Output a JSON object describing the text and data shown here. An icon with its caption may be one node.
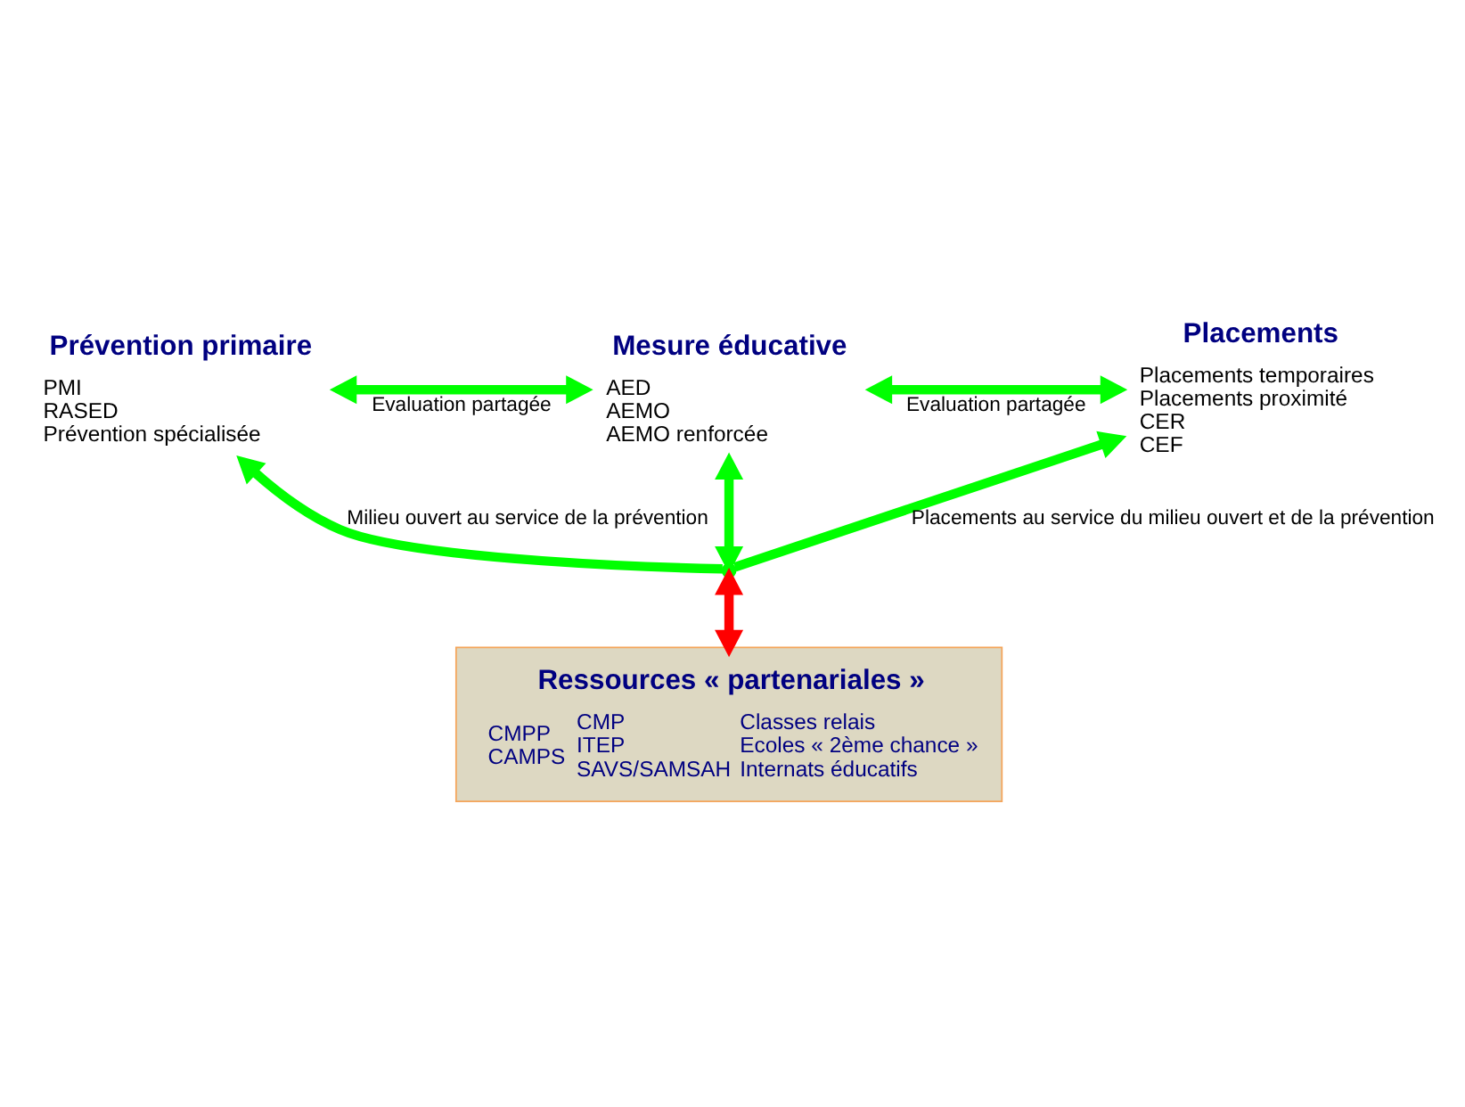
{
  "diagram": {
    "nodes": [
      {
        "text": [
          "Prévention primaire",
          "PMI",
          "RASED",
          "Prévention spécialisée"
        ]
      },
      {
        "text": [
          "Mesure éducative",
          "AED",
          "AEMO",
          "AEMO renforcée"
        ]
      },
      {
        "text": [
          "Placements",
          "Placements temporaires",
          "Placements proximité",
          "CER",
          "CEF"
        ]
      },
      {
        "text": [],
        "shape": "point"
      },
      {
        "text": [
          "Ressources « partenariales »",
          "CMPP",
          "CAMPS",
          "CMP",
          "ITEP",
          "SAVS/SAMSAH",
          "Classes relais",
          "Ecoles « 2ème chance »",
          "Internats éducatifs"
        ]
      }
    ],
    "edges": [
      {
        "from": 0,
        "to": 1,
        "arrow": "both",
        "label": "Evaluation partagée"
      },
      {
        "from": 1,
        "to": 2,
        "arrow": "both",
        "label": "Evaluation partagée"
      },
      {
        "from": 3,
        "to": 0,
        "arrow": "to",
        "label": "Milieu ouvert au service de la prévention"
      },
      {
        "from": 3,
        "to": 1,
        "arrow": "both"
      },
      {
        "from": 3,
        "to": 2,
        "arrow": "to",
        "label": "Placements au service du milieu ouvert et de la prévention"
      },
      {
        "from": 4,
        "to": 3,
        "arrow": "both",
        "color": "#ff0000"
      }
    ]
  }
}
